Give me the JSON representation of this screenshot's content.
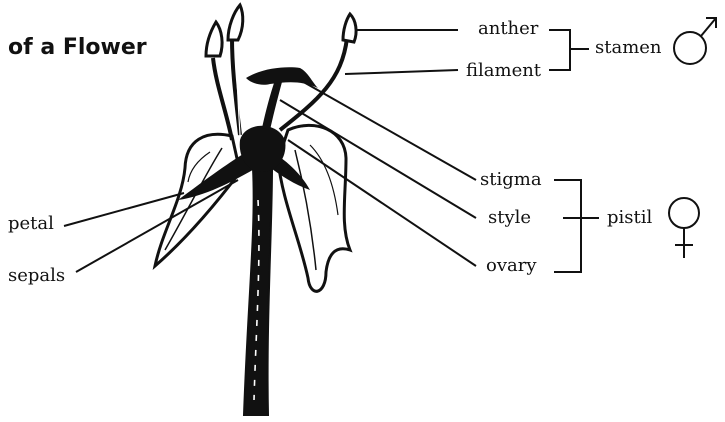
{
  "diagram": {
    "title": "of a Flower",
    "labels": {
      "anther": "anther",
      "filament": "filament",
      "stamen": "stamen",
      "stigma": "stigma",
      "style": "style",
      "pistil": "pistil",
      "ovary": "ovary",
      "petal": "petal",
      "sepals": "sepals"
    },
    "symbols": {
      "male": "male-symbol-icon",
      "female": "female-symbol-icon"
    }
  }
}
